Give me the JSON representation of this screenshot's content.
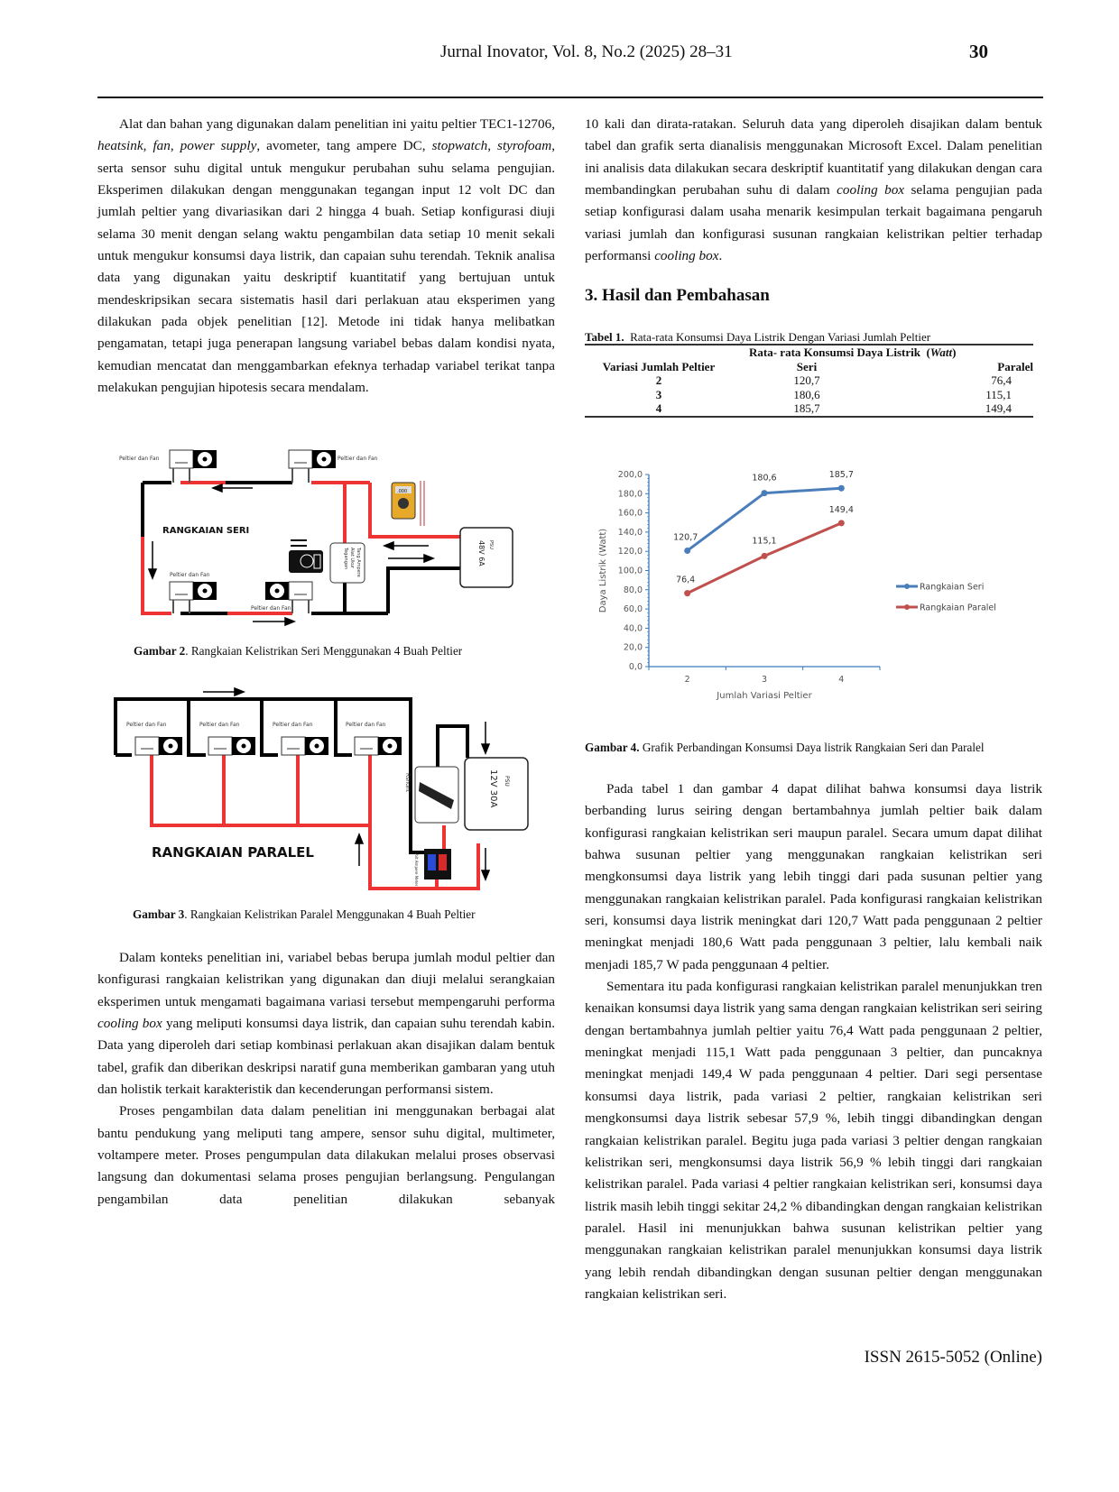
{
  "header": {
    "journal": "Jurnal Inovator, Vol. 8, No.2 (2025) 28–31",
    "page_number": "30"
  },
  "left_column": {
    "para1": [
      {
        "t": "Alat dan bahan yang digunakan dalam penelitian ini yaitu peltier TEC1-12706, "
      },
      {
        "i": "heatsink"
      },
      {
        "t": ", "
      },
      {
        "i": "fan"
      },
      {
        "t": ", "
      },
      {
        "i": "power supply"
      },
      {
        "t": ", avometer, tang ampere DC, "
      },
      {
        "i": "stopwatch"
      },
      {
        "t": ", "
      },
      {
        "i": "styrofoam"
      },
      {
        "t": ", serta sensor suhu digital untuk mengukur perubahan suhu selama pengujian. Eksperimen dilakukan dengan menggunakan tegangan input 12 volt DC dan jumlah peltier yang divariasikan dari 2 hingga 4 buah. Setiap konfigurasi diuji selama 30 menit dengan selang waktu pengambilan data setiap 10 menit sekali untuk mengukur konsumsi daya listrik, dan capaian suhu terendah. Teknik analisa data yang digunakan yaitu deskriptif kuantitatif yang bertujuan untuk mendeskripsikan secara sistematis hasil dari perlakuan atau eksperimen yang dilakukan pada objek penelitian [12]. Metode ini tidak hanya melibatkan pengamatan, tetapi juga penerapan langsung variabel bebas dalam kondisi nyata, kemudian mencatat dan menggambarkan efeknya terhadap variabel terikat tanpa melakukan pengujian hipotesis secara mendalam."
      }
    ],
    "para2": [
      {
        "t": "Dalam konteks penelitian ini, variabel bebas berupa jumlah modul peltier dan konfigurasi rangkaian kelistrikan yang digunakan dan diuji melalui serangkaian eksperimen untuk mengamati bagaimana variasi tersebut mempengaruhi performa "
      },
      {
        "i": "cooling box"
      },
      {
        "t": " yang meliputi konsumsi daya listrik, dan capaian suhu terendah kabin. Data yang diperoleh dari setiap kombinasi perlakuan akan disajikan dalam bentuk tabel, grafik dan diberikan deskripsi naratif guna memberikan gambaran yang utuh dan holistik terkait karakteristik dan kecenderungan performansi sistem."
      }
    ],
    "para3": [
      {
        "t": "Proses pengambilan data dalam penelitian ini menggunakan berbagai alat bantu pendukung yang meliputi tang ampere, sensor suhu digital, multimeter, voltampere meter. Proses pengumpulan data dilakukan melalui proses observasi langsung dan dokumentasi selama proses pengujian berlangsung. Pengulangan pengambilan data penelitian dilakukan sebanyak"
      }
    ]
  },
  "figure2": {
    "caption_label": "Gambar 2",
    "caption_text": ". Rangkaian Kelistrikan Seri Menggunakan 4 Buah Peltier",
    "title": "RANGKAIAN SERI",
    "module_label": "Peltier dan Fan",
    "psu_label": "PSU",
    "psu_rating": "48V 6A",
    "meter_label_1": "Tang Ampere",
    "meter_label_2": "Alat Ukur",
    "meter_label_3": "Tegangan",
    "multimeter_display": ".000"
  },
  "figure3": {
    "caption_label": "Gambar 3",
    "caption_text": ". Rangkaian Kelistrikan Paralel Menggunakan 4 Buah Peltier",
    "title": "RANGKAIAN PARALEL",
    "module_label": "Peltier dan Fan",
    "psu_label": "PSU",
    "psu_rating": "12V 30A",
    "shunt_label": "Rshunt",
    "meter_label": "Volt Ampere Meter"
  },
  "right_column": {
    "para_top": [
      {
        "t": "10 kali dan dirata-ratakan. Seluruh data yang diperoleh disajikan dalam bentuk tabel dan grafik serta dianalisis menggunakan Microsoft Excel. Dalam penelitian ini analisis data dilakukan secara deskriptif kuantitatif yang dilakukan dengan cara membandingkan perubahan suhu di dalam "
      },
      {
        "i": "cooling box"
      },
      {
        "t": " selama pengujian pada setiap konfigurasi dalam usaha menarik kesimpulan terkait bagaimana pengaruh variasi jumlah dan konfigurasi susunan rangkaian kelistrikan peltier terhadap performansi "
      },
      {
        "i": "cooling box"
      },
      {
        "t": "."
      }
    ],
    "section_heading": "3. Hasil dan Pembahasan",
    "para_a": [
      {
        "t": "Pada tabel 1 dan gambar 4 dapat dilihat bahwa konsumsi daya listrik berbanding lurus seiring dengan bertambahnya jumlah peltier baik dalam konfigurasi rangkaian kelistrikan seri maupun paralel. Secara umum dapat dilihat bahwa susunan peltier yang menggunakan rangkaian kelistrikan seri mengkonsumsi daya listrik yang lebih tinggi dari pada susunan peltier yang menggunakan rangkaian kelistrikan paralel. Pada konfigurasi rangkaian kelistrikan seri, konsumsi daya listrik meningkat dari 120,7 Watt pada penggunaan 2 peltier meningkat menjadi 180,6 Watt pada penggunaan 3 peltier, lalu kembali naik menjadi 185,7 W pada penggunaan 4 peltier."
      }
    ],
    "para_b": [
      {
        "t": "Sementara itu pada konfigurasi rangkaian kelistrikan paralel menunjukkan tren kenaikan konsumsi daya listrik yang sama dengan rangkaian kelistrikan seri seiring dengan bertambahnya jumlah peltier yaitu 76,4 Watt pada penggunaan 2 peltier, meningkat menjadi 115,1 Watt pada penggunaan 3 peltier, dan puncaknya meningkat menjadi 149,4 W pada penggunaan 4 peltier. Dari segi persentase konsumsi daya listrik, pada variasi 2 peltier, rangkaian kelistrikan seri mengkonsumsi daya listrik sebesar 57,9 %, lebih tinggi dibandingkan dengan rangkaian kelistrikan paralel. Begitu juga pada variasi 3 peltier dengan rangkaian kelistrikan seri, mengkonsumsi daya listrik 56,9 % lebih tinggi dari rangkaian kelistrikan paralel. Pada variasi 4 peltier rangkaian kelistrikan seri, konsumsi daya listrik masih lebih tinggi sekitar 24,2 % dibandingkan dengan rangkaian kelistrikan paralel. Hasil ini menunjukkan bahwa susunan kelistrikan peltier yang menggunakan rangkaian kelistrikan paralel menunjukkan konsumsi daya listrik yang lebih rendah dibandingkan dengan susunan peltier dengan menggunakan rangkaian kelistrikan seri."
      }
    ]
  },
  "table1": {
    "caption_label": "Tabel 1.",
    "caption_text": "Rata-rata Konsumsi Daya Listrik Dengan Variasi Jumlah Peltier",
    "group_header": "Rata- rata Konsumsi Daya Listrik",
    "group_header_unit": "Watt",
    "col_headers": [
      "Variasi Jumlah Peltier",
      "Seri",
      "Paralel"
    ],
    "rows": [
      [
        "2",
        "120,7",
        "76,4"
      ],
      [
        "3",
        "180,6",
        "115,1"
      ],
      [
        "4",
        "185,7",
        "149,4"
      ]
    ]
  },
  "figure4": {
    "caption_label": "Gambar 4.",
    "caption_text": " Grafik Perbandingan Konsumsi Daya listrik Rangkaian Seri dan Paralel"
  },
  "chart_data": {
    "type": "line",
    "title": "",
    "xlabel": "Jumlah Variasi Peltier",
    "ylabel": "Daya Listrik (Watt)",
    "categories": [
      "2",
      "3",
      "4"
    ],
    "series": [
      {
        "name": "Rangkaian Seri",
        "color": "#4a7ebb",
        "values": [
          120.7,
          180.6,
          185.7
        ],
        "labels": [
          "120,7",
          "180,6",
          "185,7"
        ]
      },
      {
        "name": "Rangkaian Paralel",
        "color": "#c0504d",
        "values": [
          76.4,
          115.1,
          149.4
        ],
        "labels": [
          "76,4",
          "115,1",
          "149,4"
        ]
      }
    ],
    "ylim": [
      0,
      200
    ],
    "yticks": [
      "0,0",
      "20,0",
      "40,0",
      "60,0",
      "80,0",
      "100,0",
      "120,0",
      "140,0",
      "160,0",
      "180,0",
      "200,0"
    ],
    "grid": false,
    "legend_position": "right",
    "axis_color": "#3a7bbd"
  },
  "footer": {
    "issn": "ISSN 2615-5052 (Online)"
  }
}
